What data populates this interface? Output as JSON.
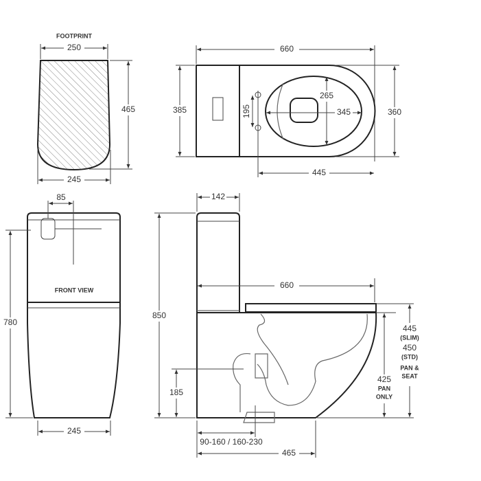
{
  "labels": {
    "footprint": "FOOTPRINT",
    "front_view": "FRONT VIEW"
  },
  "footprint": {
    "width_top": "250",
    "width_bottom": "245",
    "depth": "465"
  },
  "top_view": {
    "length": "660",
    "tank_depth": "385",
    "pan_width": "360",
    "bolt_spacing": "195",
    "seat_inner_width": "265",
    "seat_inner_length": "345",
    "bolt_to_front": "445"
  },
  "front_view": {
    "flush_offset": "85",
    "height": "780",
    "base_width": "245"
  },
  "side_view": {
    "height": "850",
    "tank_depth": "142",
    "length": "660",
    "inlet_height": "185",
    "set_out": "90-160 / 160-230",
    "base_length": "465",
    "pan_seat_height": "445",
    "slim": "(SLIM)",
    "std_height": "450",
    "std": "(STD)",
    "pan_and": "PAN &",
    "seat": "SEAT",
    "pan_only_height": "425",
    "pan": "PAN",
    "only": "ONLY"
  }
}
